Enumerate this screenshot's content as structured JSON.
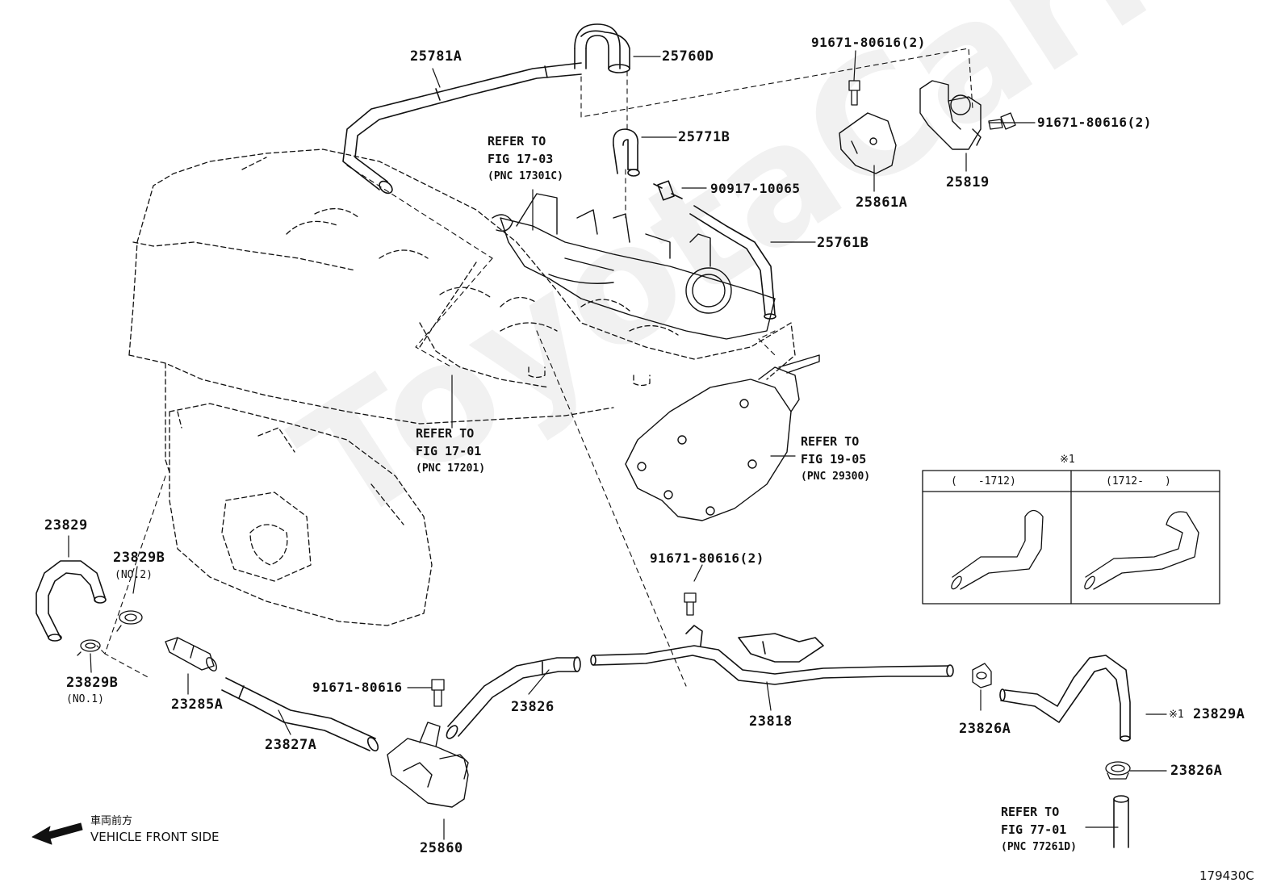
{
  "watermark": "ToyotaCarMine.ru",
  "parts": {
    "p25781A": "25781A",
    "p25760D": "25760D",
    "p91671_top": "91671-80616(2)",
    "p91671_right": "91671-80616(2)",
    "p25771B": "25771B",
    "p90917": "90917-10065",
    "p25861A": "25861A",
    "p25819": "25819",
    "p25761B": "25761B",
    "p23829": "23829",
    "p23829B_no2": "23829B",
    "p23829B_no2_sub": "(NO.2)",
    "p23829B_no1": "23829B",
    "p23829B_no1_sub": "(NO.1)",
    "p23285A": "23285A",
    "p23827A": "23827A",
    "p91671_single": "91671-80616",
    "p91671_mid": "91671-80616(2)",
    "p23826": "23826",
    "p23818": "23818",
    "p23826A_a": "23826A",
    "p23829A": "23829A",
    "p23829A_mark": "※1",
    "p23826A_b": "23826A",
    "p25860": "25860"
  },
  "refs": {
    "r17_03": {
      "l1": "REFER TO",
      "l2": "FIG 17-03",
      "l3": "(PNC 17301C)"
    },
    "r17_01": {
      "l1": "REFER TO",
      "l2": "FIG 17-01",
      "l3": "(PNC 17201)"
    },
    "r19_05": {
      "l1": "REFER TO",
      "l2": "FIG 19-05",
      "l3": "(PNC 29300)"
    },
    "r77_01": {
      "l1": "REFER TO",
      "l2": "FIG 77-01",
      "l3": "(PNC 77261D)"
    }
  },
  "inset": {
    "mark": "※1",
    "left_caption": "(　　-1712)",
    "right_caption": "(1712-　　)"
  },
  "front": {
    "ja": "車両前方",
    "en": "VEHICLE FRONT SIDE"
  },
  "figure_number": "179430C",
  "colors": {
    "line": "#111111",
    "background": "#ffffff"
  }
}
